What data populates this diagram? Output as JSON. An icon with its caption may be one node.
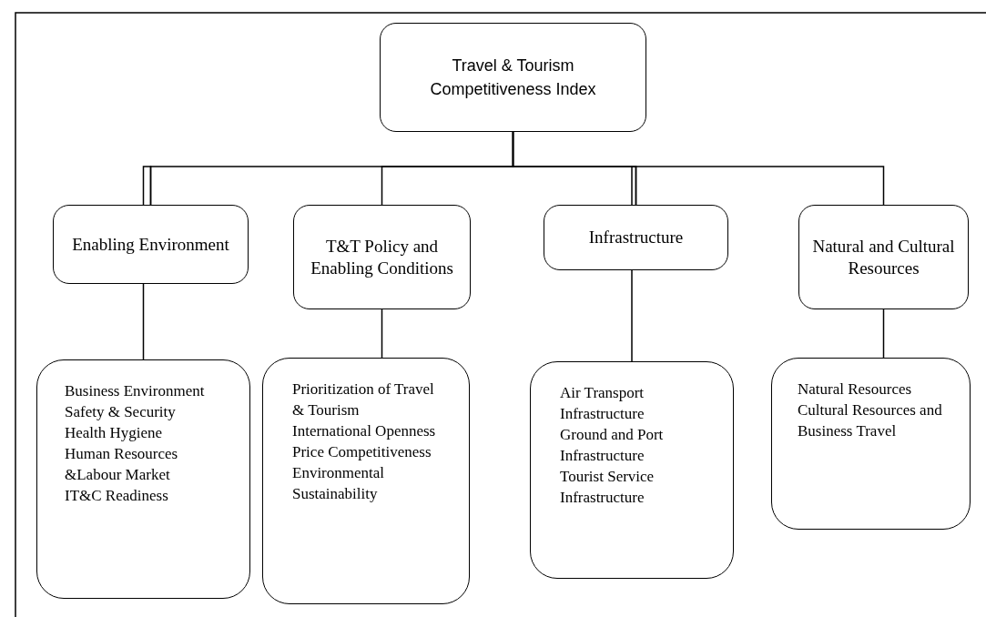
{
  "diagram": {
    "nodes": [
      {
        "text": [
          "Travel & Tourism Competitiveness Index"
        ]
      },
      {
        "text": [
          "Enabling Environment"
        ]
      },
      {
        "text": [
          "T&T Policy and Enabling Conditions"
        ]
      },
      {
        "text": [
          "Infrastructure"
        ]
      },
      {
        "text": [
          "Natural and Cultural Resources"
        ]
      },
      {
        "text": [
          "Business Environment",
          "Safety & Security",
          "Health Hygiene",
          "Human Resources &Labour Market",
          "IT&C Readiness"
        ]
      },
      {
        "text": [
          "Prioritization of Travel & Tourism",
          "International Openness",
          "Price Competitiveness",
          "Environmental Sustainability"
        ]
      },
      {
        "text": [
          "Air Transport Infrastructure",
          "Ground and Port Infrastructure",
          "Tourist Service Infrastructure"
        ]
      },
      {
        "text": [
          "Natural Resources",
          "Cultural Resources and Business Travel"
        ]
      }
    ],
    "edges": [
      {
        "from": 0,
        "to": 1,
        "arrow": "none"
      },
      {
        "from": 0,
        "to": 2,
        "arrow": "none"
      },
      {
        "from": 0,
        "to": 3,
        "arrow": "none"
      },
      {
        "from": 0,
        "to": 4,
        "arrow": "none"
      },
      {
        "from": 1,
        "to": 5,
        "arrow": "none"
      },
      {
        "from": 2,
        "to": 6,
        "arrow": "none"
      },
      {
        "from": 3,
        "to": 7,
        "arrow": "none"
      },
      {
        "from": 4,
        "to": 8,
        "arrow": "none"
      }
    ]
  }
}
